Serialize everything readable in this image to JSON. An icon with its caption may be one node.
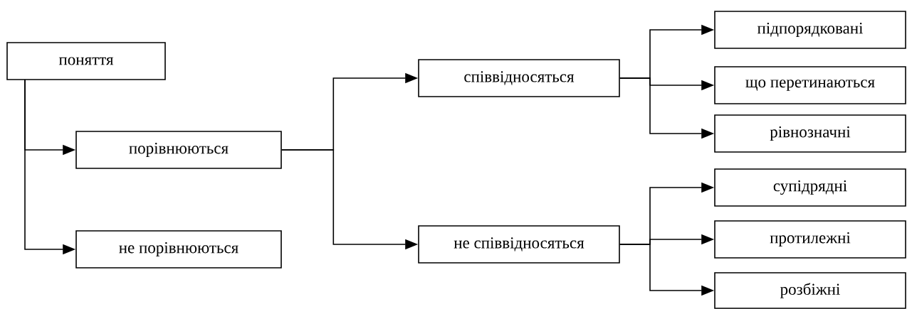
{
  "diagram": {
    "nodes": [
      {
        "text": [
          "поняття"
        ]
      },
      {
        "text": [
          "порівнюються"
        ]
      },
      {
        "text": [
          "не порівнюються"
        ]
      },
      {
        "text": [
          "співвідносяться"
        ]
      },
      {
        "text": [
          "не співвідносяться"
        ]
      },
      {
        "text": [
          "підпорядковані"
        ]
      },
      {
        "text": [
          "що перетинаються"
        ]
      },
      {
        "text": [
          "рівнозначні"
        ]
      },
      {
        "text": [
          "супідрядні"
        ]
      },
      {
        "text": [
          "протилежні"
        ]
      },
      {
        "text": [
          "розбіжні"
        ]
      }
    ],
    "edges": [
      {
        "from": 0,
        "to": 1,
        "arrow": "to"
      },
      {
        "from": 0,
        "to": 2,
        "arrow": "to"
      },
      {
        "from": 1,
        "to": 3,
        "arrow": "to"
      },
      {
        "from": 1,
        "to": 4,
        "arrow": "to"
      },
      {
        "from": 3,
        "to": 5,
        "arrow": "to"
      },
      {
        "from": 3,
        "to": 6,
        "arrow": "to"
      },
      {
        "from": 3,
        "to": 7,
        "arrow": "to"
      },
      {
        "from": 4,
        "to": 8,
        "arrow": "to"
      },
      {
        "from": 4,
        "to": 9,
        "arrow": "to"
      },
      {
        "from": 4,
        "to": 10,
        "arrow": "to"
      }
    ]
  }
}
